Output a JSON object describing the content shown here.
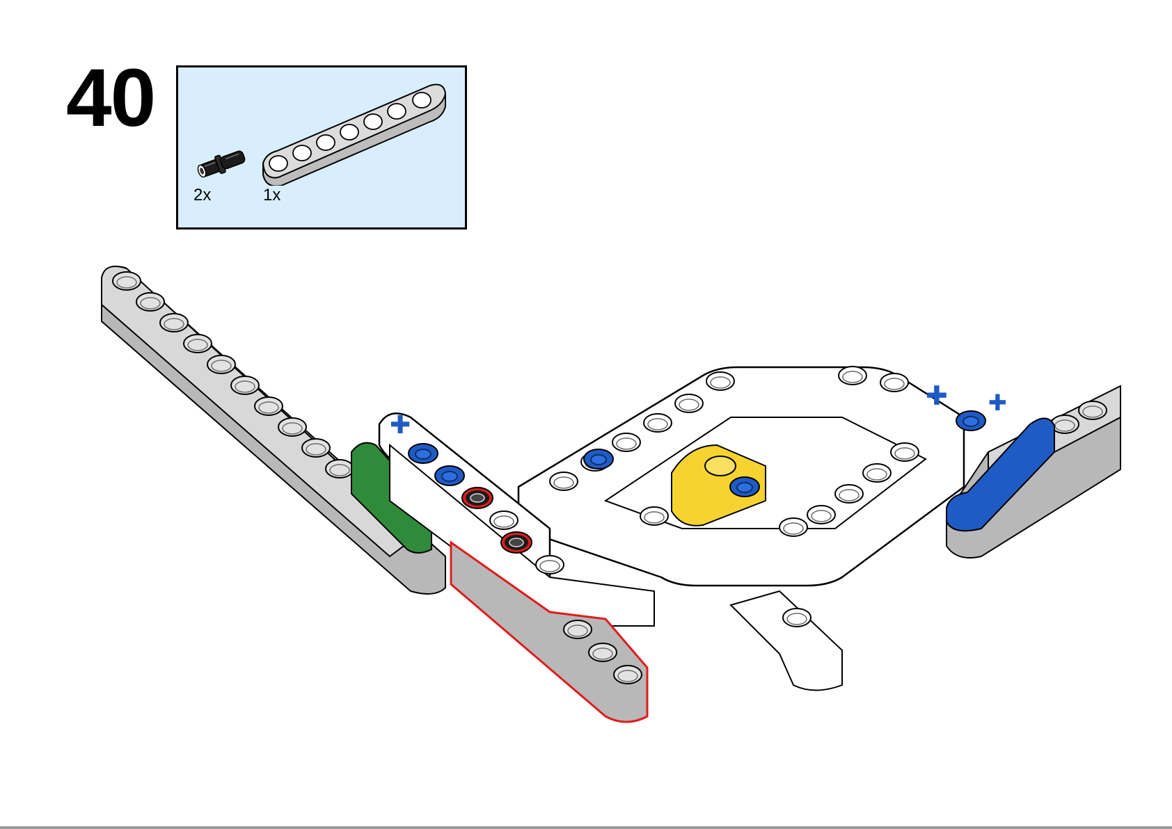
{
  "step": {
    "number": "40"
  },
  "parts_callout": {
    "items": [
      {
        "icon": "connector-pin-icon",
        "color": "#1b1b1b",
        "quantity": "2x"
      },
      {
        "icon": "straight-beam-7-icon",
        "color": "#c8c8c8",
        "quantity": "1x"
      }
    ],
    "background": "#d8eefc"
  },
  "colors": {
    "light_gray": "#c5c5c5",
    "white": "#ffffff",
    "blue": "#1f5bc4",
    "green": "#2f8a3a",
    "yellow": "#f6d330",
    "red_highlight": "#e01b1b"
  }
}
